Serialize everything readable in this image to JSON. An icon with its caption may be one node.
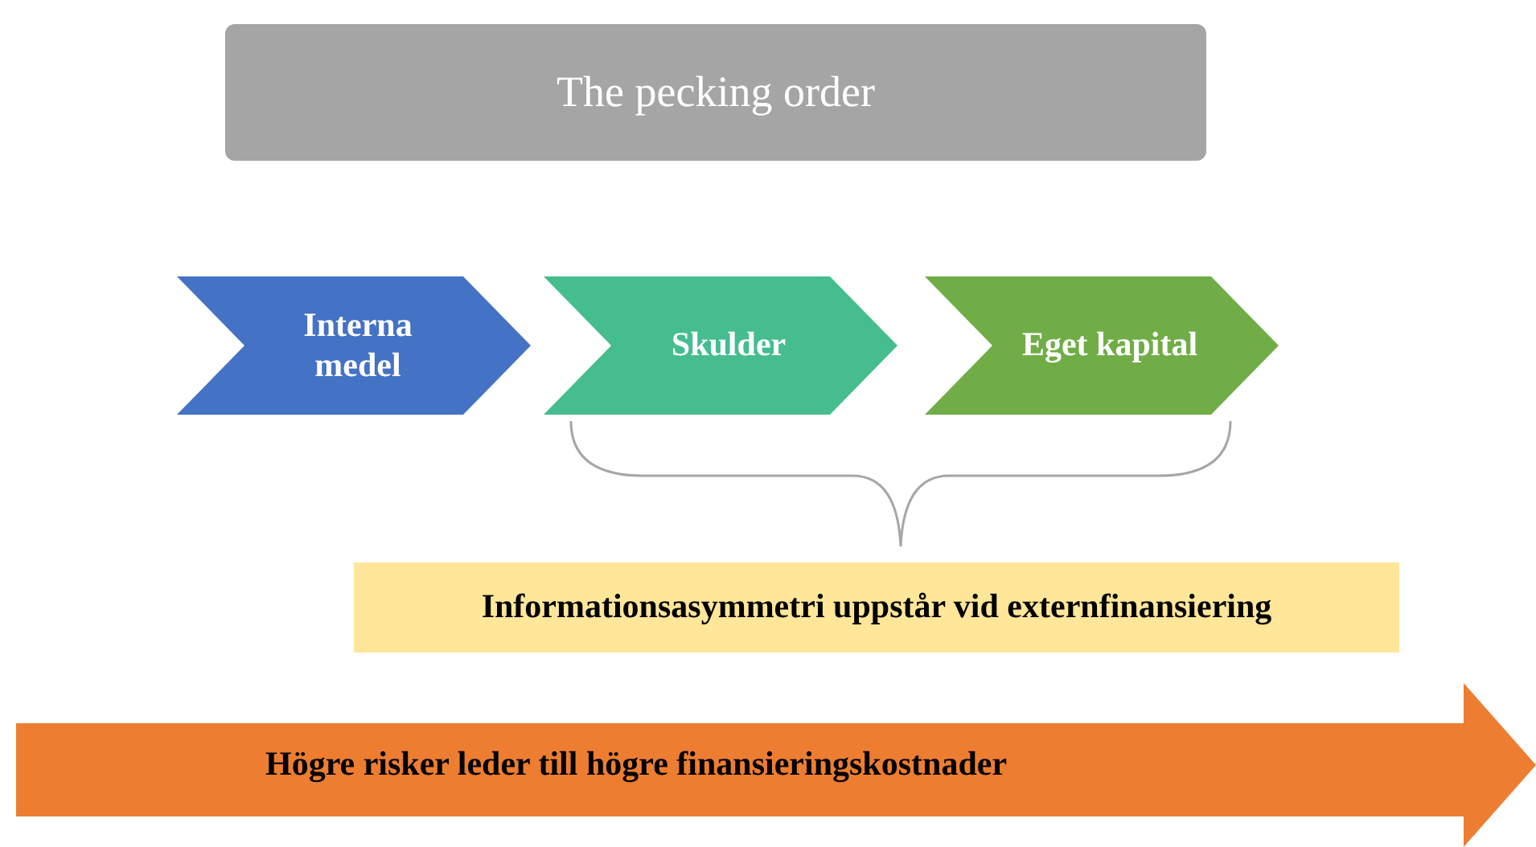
{
  "diagram": {
    "nodes": [
      {
        "text": [
          "The pecking order"
        ]
      },
      {
        "text": [
          "Interna medel"
        ]
      },
      {
        "text": [
          "Skulder"
        ]
      },
      {
        "text": [
          "Eget kapital"
        ]
      },
      {
        "text": [
          "Informationsasymmetri uppstår vid externfinansiering"
        ]
      },
      {
        "text": [
          "Högre risker leder till högre finansieringskostnader"
        ]
      }
    ],
    "edges": []
  }
}
